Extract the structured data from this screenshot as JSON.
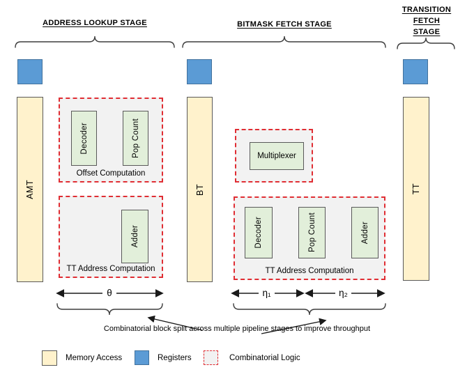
{
  "colors": {
    "memory_fill": "#FFF2CC",
    "register_fill": "#5B9BD5",
    "register_border": "#41719C",
    "unit_fill": "#E2EFDA",
    "unit_border": "#595959",
    "combinatorial_fill": "#F2F2F2",
    "combinatorial_border": "#E02D33"
  },
  "stages": [
    {
      "label": "ADDRESS LOOKUP STAGE"
    },
    {
      "label": "BITMASK FETCH STAGE"
    },
    {
      "label": "TRANSITION FETCH STAGE",
      "lines": [
        "TRANSITION",
        "FETCH",
        "STAGE"
      ]
    }
  ],
  "memories": [
    {
      "label": "AMT"
    },
    {
      "label": "BT"
    },
    {
      "label": "TT"
    }
  ],
  "blocks": [
    {
      "label": "Offset Computation",
      "units": [
        {
          "label": "Decoder"
        },
        {
          "label": "Pop Count"
        }
      ]
    },
    {
      "label": "TT Address Computation",
      "units": [
        {
          "label": "Adder"
        }
      ]
    },
    {
      "label": "",
      "units": [
        {
          "label": "Multiplexer"
        }
      ]
    },
    {
      "label": "TT Address Computation",
      "units": [
        {
          "label": "Decoder"
        },
        {
          "label": "Pop Count"
        },
        {
          "label": "Adder"
        }
      ]
    }
  ],
  "timing": {
    "theta": "θ",
    "eta1": "η₁",
    "eta2": "η₂"
  },
  "annotation": "Combinatorial block split across multiple pipeline stages to improve throughput",
  "legend": [
    {
      "label": "Memory Access"
    },
    {
      "label": "Registers"
    },
    {
      "label": "Combinatorial Logic"
    }
  ]
}
